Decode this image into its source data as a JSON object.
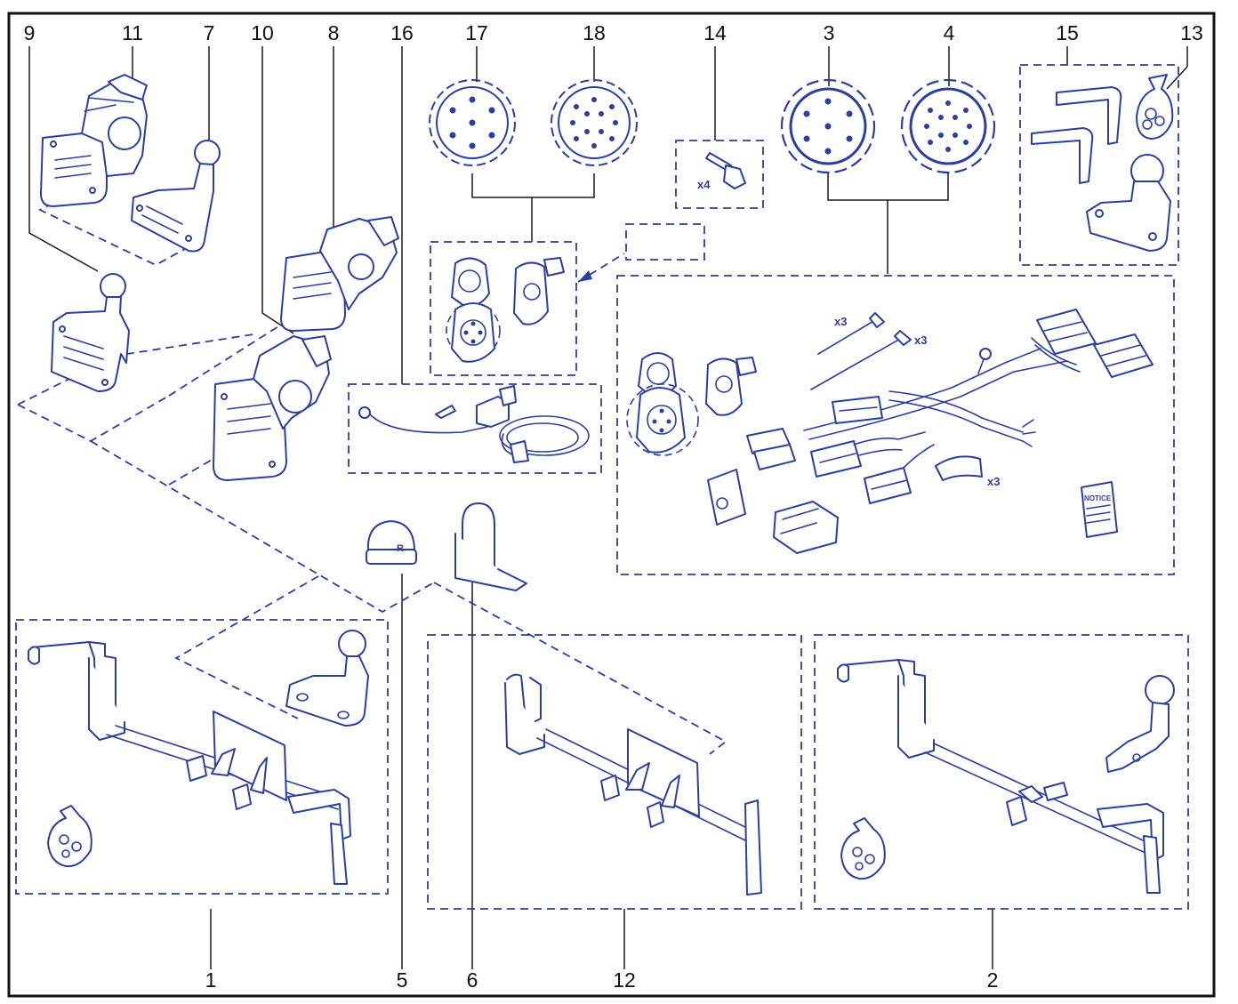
{
  "callouts": {
    "c1": "1",
    "c2": "2",
    "c3": "3",
    "c4": "4",
    "c5": "5",
    "c6": "6",
    "c7": "7",
    "c8": "8",
    "c9": "9",
    "c10": "10",
    "c11": "11",
    "c12": "12",
    "c13": "13",
    "c14": "14",
    "c15": "15",
    "c16": "16",
    "c17": "17",
    "c18": "18"
  },
  "quantities": {
    "bolts": "x4",
    "ties_a": "x3",
    "ties_b": "x3",
    "pads": "x3"
  },
  "parts": {
    "notice_label": "NOTICE",
    "cap_mark": "R"
  },
  "colors": {
    "line": "#2a3f9e",
    "leader": "#1a1a1a",
    "frame": "#111111"
  }
}
